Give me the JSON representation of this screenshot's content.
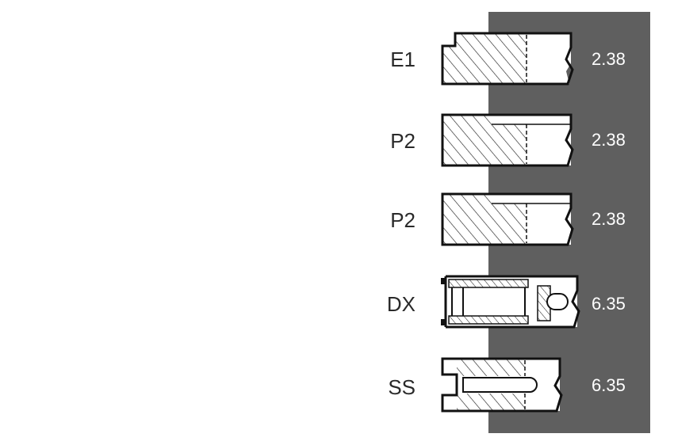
{
  "colors": {
    "panel": "#5f5f5f",
    "outline": "#111111",
    "hatch": "#222222",
    "label_text": "#2a2a2a",
    "value_text": "#ffffff"
  },
  "rings": [
    {
      "id": "e1",
      "label": "E1",
      "value": "2.38",
      "profile": "stepped-hatched-icon"
    },
    {
      "id": "p2a",
      "label": "P2",
      "value": "2.38",
      "profile": "taper-hatched-icon"
    },
    {
      "id": "p2b",
      "label": "P2",
      "value": "2.38",
      "profile": "taper-hatched-icon"
    },
    {
      "id": "dx",
      "label": "DX",
      "value": "6.35",
      "profile": "oil-ring-expander-icon"
    },
    {
      "id": "ss",
      "label": "SS",
      "value": "6.35",
      "profile": "slotted-oil-ring-icon"
    }
  ]
}
